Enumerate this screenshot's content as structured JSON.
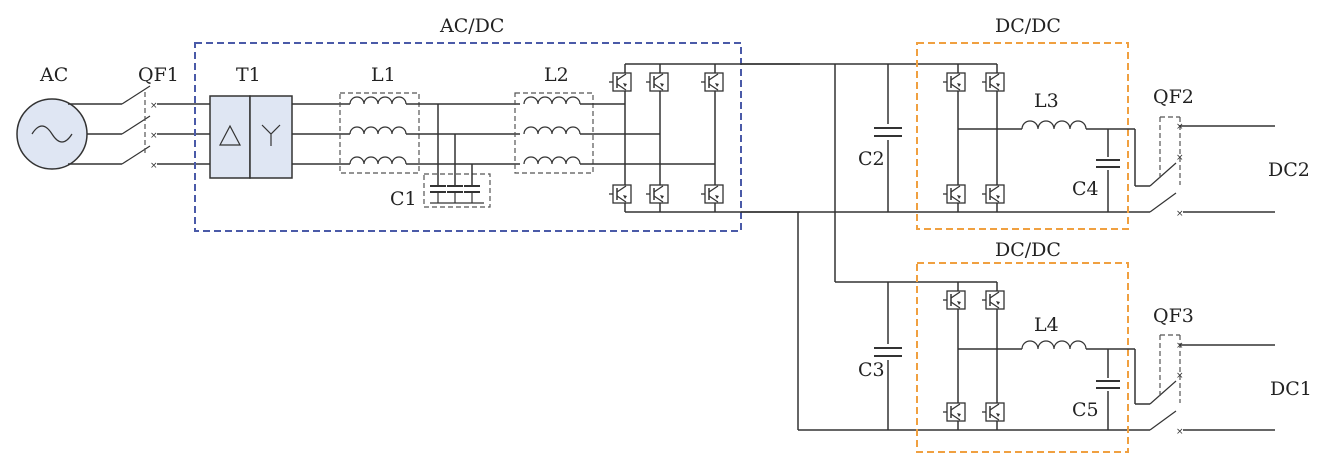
{
  "labels": {
    "ac": "AC",
    "qf1": "QF1",
    "t1": "T1",
    "l1": "L1",
    "l2": "L2",
    "c1": "C1",
    "acdc": "AC/DC",
    "dcdc_top": "DC/DC",
    "dcdc_bottom": "DC/DC",
    "c2": "C2",
    "c3": "C3",
    "l3": "L3",
    "l4": "L4",
    "c4": "C4",
    "c5": "C5",
    "qf2": "QF2",
    "qf3": "QF3",
    "dc2": "DC2",
    "dc1": "DC1"
  },
  "colors": {
    "acdc_box": "#4a5aa8",
    "dcdc_box": "#f0a040",
    "component_fill": "#dfe6f3"
  },
  "icons": {
    "source": "ac-source-icon",
    "transformer": "transformer-delta-wye-icon",
    "switch": "igbt-icon"
  }
}
